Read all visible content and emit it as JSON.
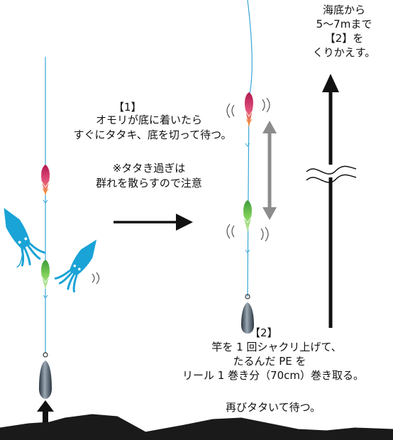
{
  "text": {
    "step1_title": "【1】",
    "step1_line1": "オモリが底に着いたら",
    "step1_line2": "すぐにタタキ、底を切って待つ。",
    "note_line1": "※タタき過ぎは",
    "note_line2": "群れを散らすので注意",
    "repeat_line1": "海底から",
    "repeat_line2": "5〜7mまで",
    "repeat_line3": "【2】を",
    "repeat_line4": "くりかえす。",
    "step2_title": "【2】",
    "step2_line1": "竿を 1 回シャクリ上げて、",
    "step2_line2": "たるんだ PE を",
    "step2_line3": "リール 1 巻き分（70cm）巻き取る。",
    "wait_again": "再びタタいて待つ。"
  },
  "colors": {
    "line": "#37a6d8",
    "squid": "#1aa3d6",
    "jig_red": "#cc2255",
    "jig_orange": "#f09030",
    "jig_green": "#6cbe45",
    "sinker": "#4a5866",
    "arrow_black": "#111111",
    "arrow_gray": "#8c8c8c",
    "seabed": "#1a1a1a"
  }
}
